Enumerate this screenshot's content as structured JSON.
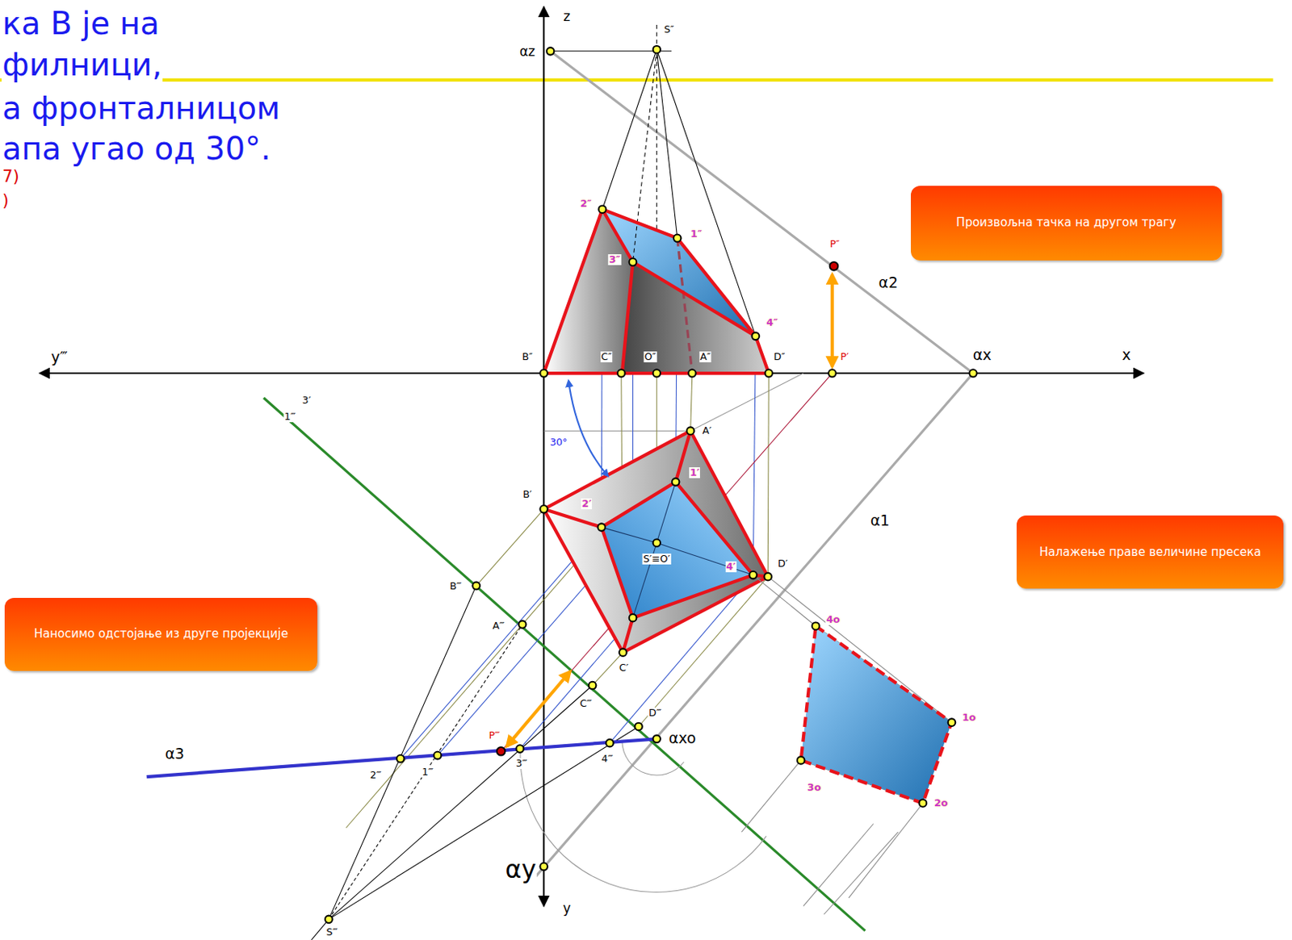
{
  "diagram": {
    "nodes": [
      {
        "text": [
          "Произвољна тачка на другом трагу"
        ]
      },
      {
        "text": [
          "Налажење праве величине пресека"
        ]
      },
      {
        "text": [
          "Наносимо одстојање из друге пројекције"
        ]
      }
    ],
    "labels": [
      "ка B је на",
      "филници,",
      "а фронталницом",
      "апа угао од 30°.",
      "7)",
      ")",
      "z",
      "αz",
      "S″",
      "2″",
      "1″",
      "3″",
      "P″",
      "α2",
      "4″",
      "y‴",
      "B″",
      "C″",
      "O″",
      "A″",
      "D″",
      "P′",
      "αx",
      "x",
      "3′",
      "1‴",
      "30°",
      "A′",
      "B′",
      "1′",
      "2′",
      "S′≡O′",
      "4′",
      "D′",
      "α1",
      "B‴",
      "A‴",
      "C′",
      "C‴",
      "D‴",
      "αxo",
      "α3",
      "2‴",
      "1‴",
      "P‴",
      "3‴",
      "4‴",
      "4o",
      "1o",
      "2o",
      "3o",
      "αy",
      "y",
      "S‴"
    ]
  }
}
